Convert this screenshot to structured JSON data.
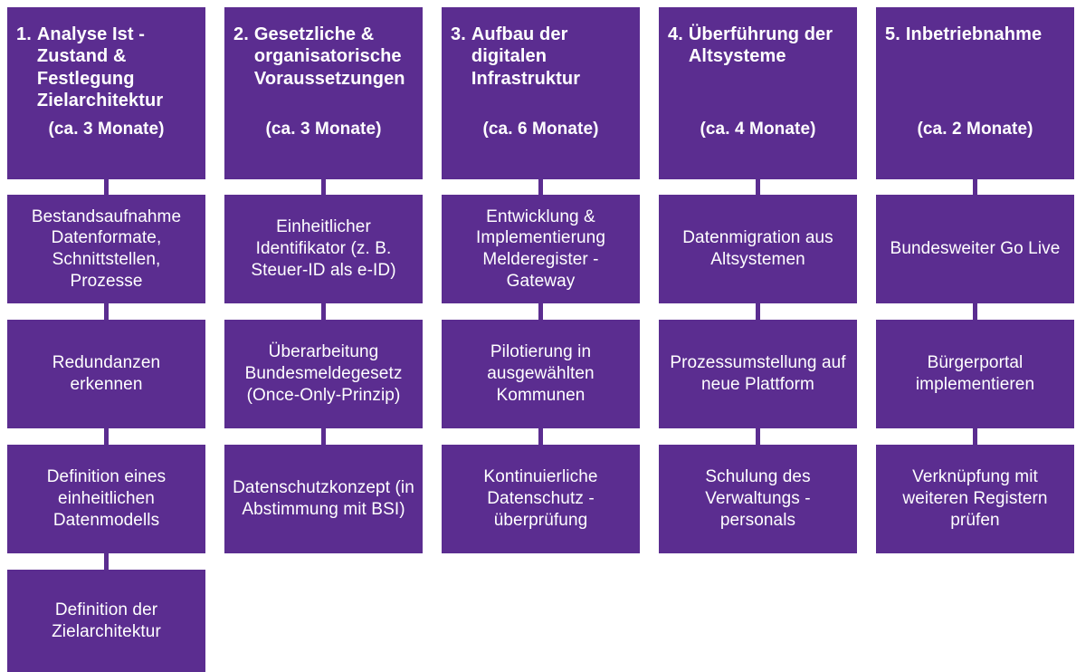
{
  "theme": {
    "box_color": "#5B2D90",
    "text_color": "#FFFFFF",
    "background_color": "#FFFFFF",
    "connector_color": "#5B2D90"
  },
  "diagram": {
    "type": "phase-roadmap-flowchart",
    "columns": 5,
    "columns_data": [
      {
        "number": "1.",
        "title": "Analyse Ist - Zustand & Festlegung Zielarchitektur",
        "duration": "(ca. 3 Monate)",
        "steps": [
          "Bestandsaufnahme Datenformate, Schnittstellen, Prozesse",
          "Redundanzen erkennen",
          "Definition eines einheitlichen Datenmodells",
          "Definition der Zielarchitektur"
        ]
      },
      {
        "number": "2.",
        "title": "Gesetzliche & organisatorische Voraussetzungen",
        "duration": "(ca. 3 Monate)",
        "steps": [
          "Einheitlicher Identifikator (z. B. Steuer-ID als e-ID)",
          "Überarbeitung Bundesmeldegesetz (Once-Only-Prinzip)",
          "Datenschutzkonzept (in Abstimmung mit BSI)"
        ]
      },
      {
        "number": "3.",
        "title": "Aufbau der digitalen Infrastruktur",
        "duration": "(ca. 6 Monate)",
        "steps": [
          "Entwicklung & Implementierung Melderegister - Gateway",
          "Pilotierung in ausgewählten Kommunen",
          "Kontinuierliche Datenschutz - überprüfung"
        ]
      },
      {
        "number": "4.",
        "title": "Überführung der Altsysteme",
        "duration": "(ca. 4 Monate)",
        "steps": [
          "Datenmigration aus Altsystemen",
          "Prozessumstellung auf neue Plattform",
          "Schulung des Verwaltungs - personals"
        ]
      },
      {
        "number": "5.",
        "title": "Inbetriebnahme",
        "duration": "(ca. 2 Monate)",
        "steps": [
          "Bundesweiter Go Live",
          "Bürgerportal implementieren",
          "Verknüpfung mit weiteren Registern prüfen"
        ]
      }
    ]
  }
}
